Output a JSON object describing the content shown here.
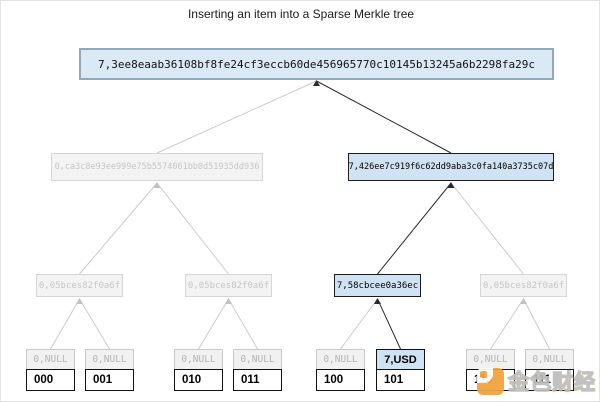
{
  "title": "Inserting an item into a Sparse Merkle tree",
  "tree": {
    "root": {
      "label": "7,3ee8eaab36108bf8fe24cf3eccb60de456965770c10145b13245a6b2298fa29c",
      "state": "updated-path"
    },
    "level2": [
      {
        "label": "0,ca3c8e93ee999e75b5574061bb0d51935dd936",
        "state": "empty-subtree"
      },
      {
        "label": "7,426ee7c919f6c62dd9aba3c0fa140a3735c07d",
        "state": "updated-path"
      }
    ],
    "level3": [
      {
        "label": "0,05bces82f0a6f",
        "state": "empty-subtree"
      },
      {
        "label": "0,05bces82f0a6f",
        "state": "empty-subtree"
      },
      {
        "label": "7,58cbcee0a36ec",
        "state": "updated-path"
      },
      {
        "label": "0,05bces82f0a6f",
        "state": "empty-subtree"
      }
    ],
    "leaves": [
      {
        "value": "0,NULL",
        "key": "000",
        "state": "empty"
      },
      {
        "value": "0,NULL",
        "key": "001",
        "state": "empty"
      },
      {
        "value": "0,NULL",
        "key": "010",
        "state": "empty"
      },
      {
        "value": "0,NULL",
        "key": "011",
        "state": "empty"
      },
      {
        "value": "0,NULL",
        "key": "100",
        "state": "empty"
      },
      {
        "value": "7,USD",
        "key": "101",
        "state": "inserted"
      },
      {
        "value": "0,NULL",
        "key": "110",
        "state": "empty"
      },
      {
        "value": "0,NULL",
        "key": "111",
        "state": "empty"
      }
    ]
  },
  "colors": {
    "highlight_fill": "#cfe3f4",
    "root_fill": "#dbe9f6",
    "empty_fill": "#f3f3f3",
    "empty_text": "#c6c6c6",
    "path_edge": "#2b2b2b",
    "empty_edge": "#cccccc",
    "brand_orange": "#f1a33a"
  },
  "watermark": {
    "text": "金色财经"
  }
}
